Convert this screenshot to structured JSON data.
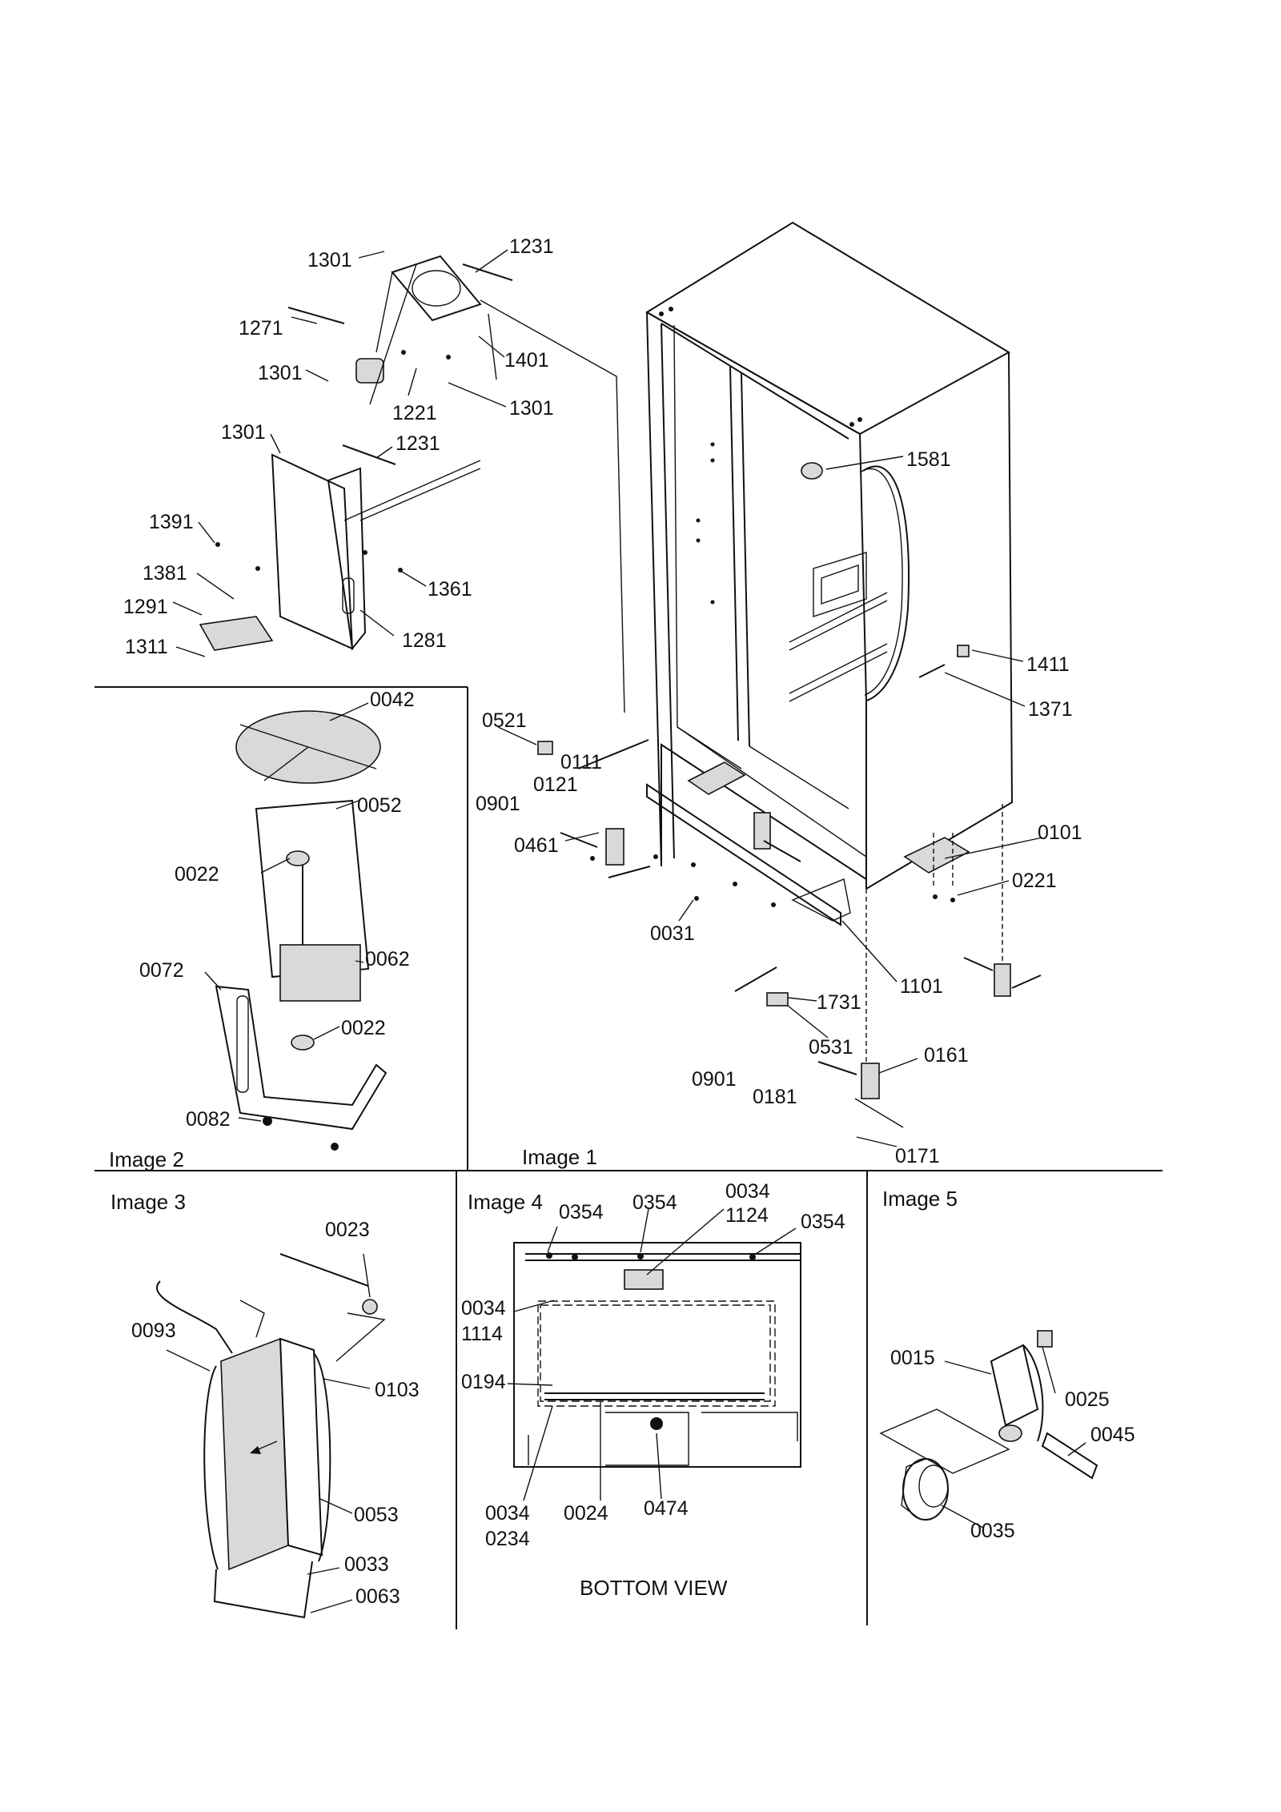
{
  "panels": {
    "image1": {
      "caption": "Image 1"
    },
    "image2": {
      "caption": "Image 2"
    },
    "image3": {
      "caption": "Image 3"
    },
    "image4": {
      "caption": "Image 4",
      "view_label": "BOTTOM VIEW"
    },
    "image5": {
      "caption": "Image 5"
    }
  },
  "labels": {
    "p1301a": "1301",
    "p1231a": "1231",
    "p1271": "1271",
    "p1401": "1401",
    "p1301b": "1301",
    "p1221": "1221",
    "p1301c": "1301",
    "p1301d": "1301",
    "p1231b": "1231",
    "p1391": "1391",
    "p1381": "1381",
    "p1361": "1361",
    "p1291": "1291",
    "p1281": "1281",
    "p1311": "1311",
    "p1581": "1581",
    "p1411": "1411",
    "p1371": "1371",
    "p0521": "0521",
    "p0111": "0111",
    "p0121": "0121",
    "p0901a": "0901",
    "p0461": "0461",
    "p0031": "0031",
    "p0101": "0101",
    "p0221": "0221",
    "p1101": "1101",
    "p1731": "1731",
    "p0531": "0531",
    "p0901b": "0901",
    "p0181": "0181",
    "p0161": "0161",
    "p0171": "0171",
    "p0042": "0042",
    "p0052": "0052",
    "p0022a": "0022",
    "p0062": "0062",
    "p0072": "0072",
    "p0022b": "0022",
    "p0082": "0082",
    "p0023": "0023",
    "p0093": "0093",
    "p0103": "0103",
    "p0053": "0053",
    "p0033": "0033",
    "p0063": "0063",
    "p0354a": "0354",
    "p0354b": "0354",
    "p0034a": "0034",
    "p1124": "1124",
    "p0354c": "0354",
    "p0034b": "0034",
    "p1114": "1114",
    "p0194": "0194",
    "p0034c": "0034",
    "p0234": "0234",
    "p0024": "0024",
    "p0474": "0474",
    "p0015": "0015",
    "p0025": "0025",
    "p0045": "0045",
    "p0035": "0035"
  }
}
